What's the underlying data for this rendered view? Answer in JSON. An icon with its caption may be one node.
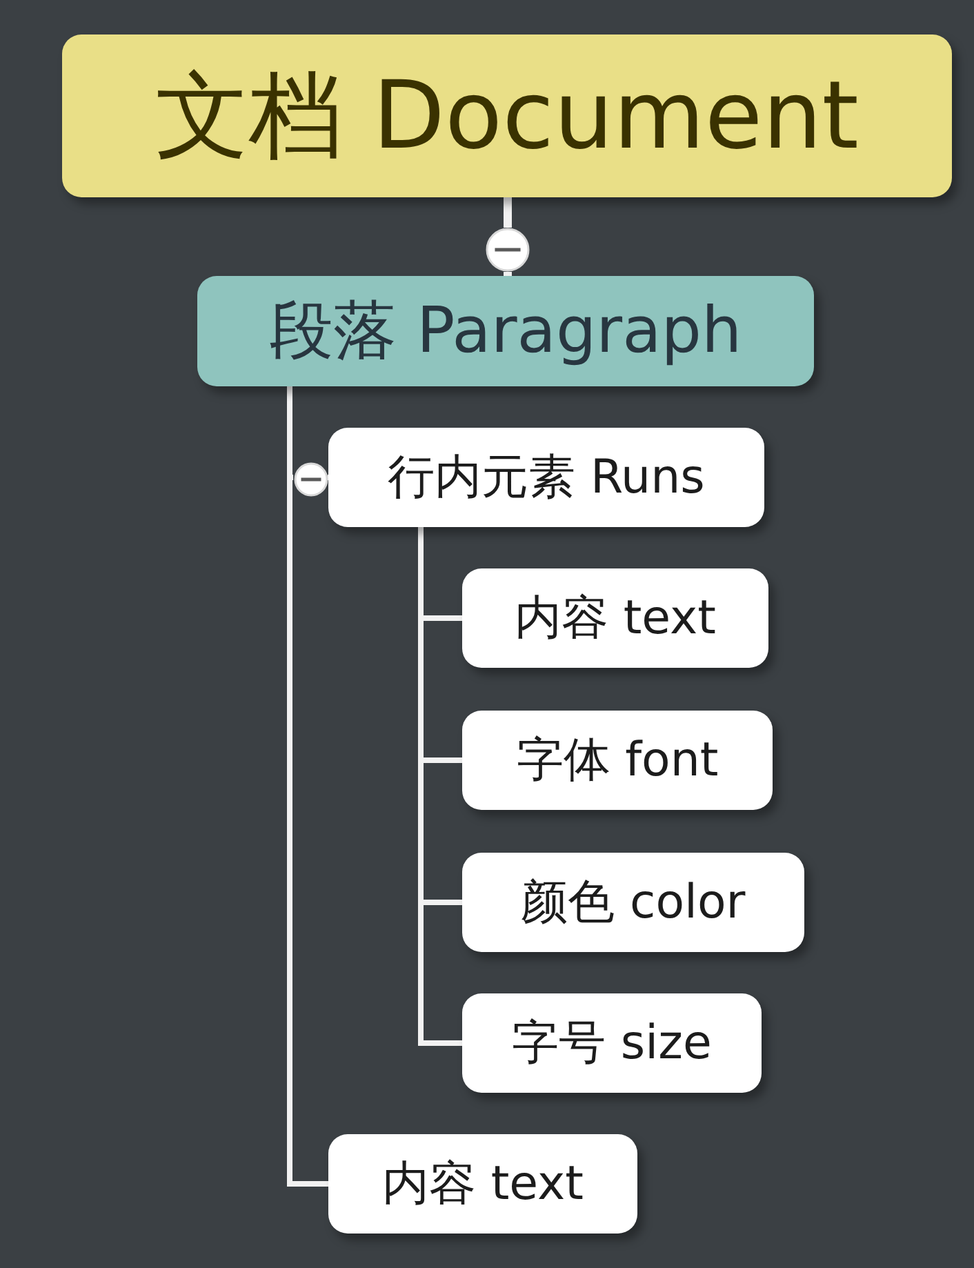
{
  "diagram": {
    "nodes": [
      {
        "text": [
          "文档 Document"
        ]
      },
      {
        "text": [
          "段落 Paragraph"
        ]
      },
      {
        "text": [
          "行内元素 Runs"
        ]
      },
      {
        "text": [
          "内容 text"
        ]
      },
      {
        "text": [
          "字体 font"
        ]
      },
      {
        "text": [
          "颜色 color"
        ]
      },
      {
        "text": [
          "字号 size"
        ]
      },
      {
        "text": [
          "内容 text"
        ]
      }
    ],
    "edges": [
      {
        "from": 0,
        "to": 1,
        "arrow": "none"
      },
      {
        "from": 1,
        "to": 2,
        "arrow": "none"
      },
      {
        "from": 2,
        "to": 3,
        "arrow": "none"
      },
      {
        "from": 2,
        "to": 4,
        "arrow": "none"
      },
      {
        "from": 2,
        "to": 5,
        "arrow": "none"
      },
      {
        "from": 2,
        "to": 6,
        "arrow": "none"
      },
      {
        "from": 1,
        "to": 7,
        "arrow": "none"
      }
    ]
  }
}
